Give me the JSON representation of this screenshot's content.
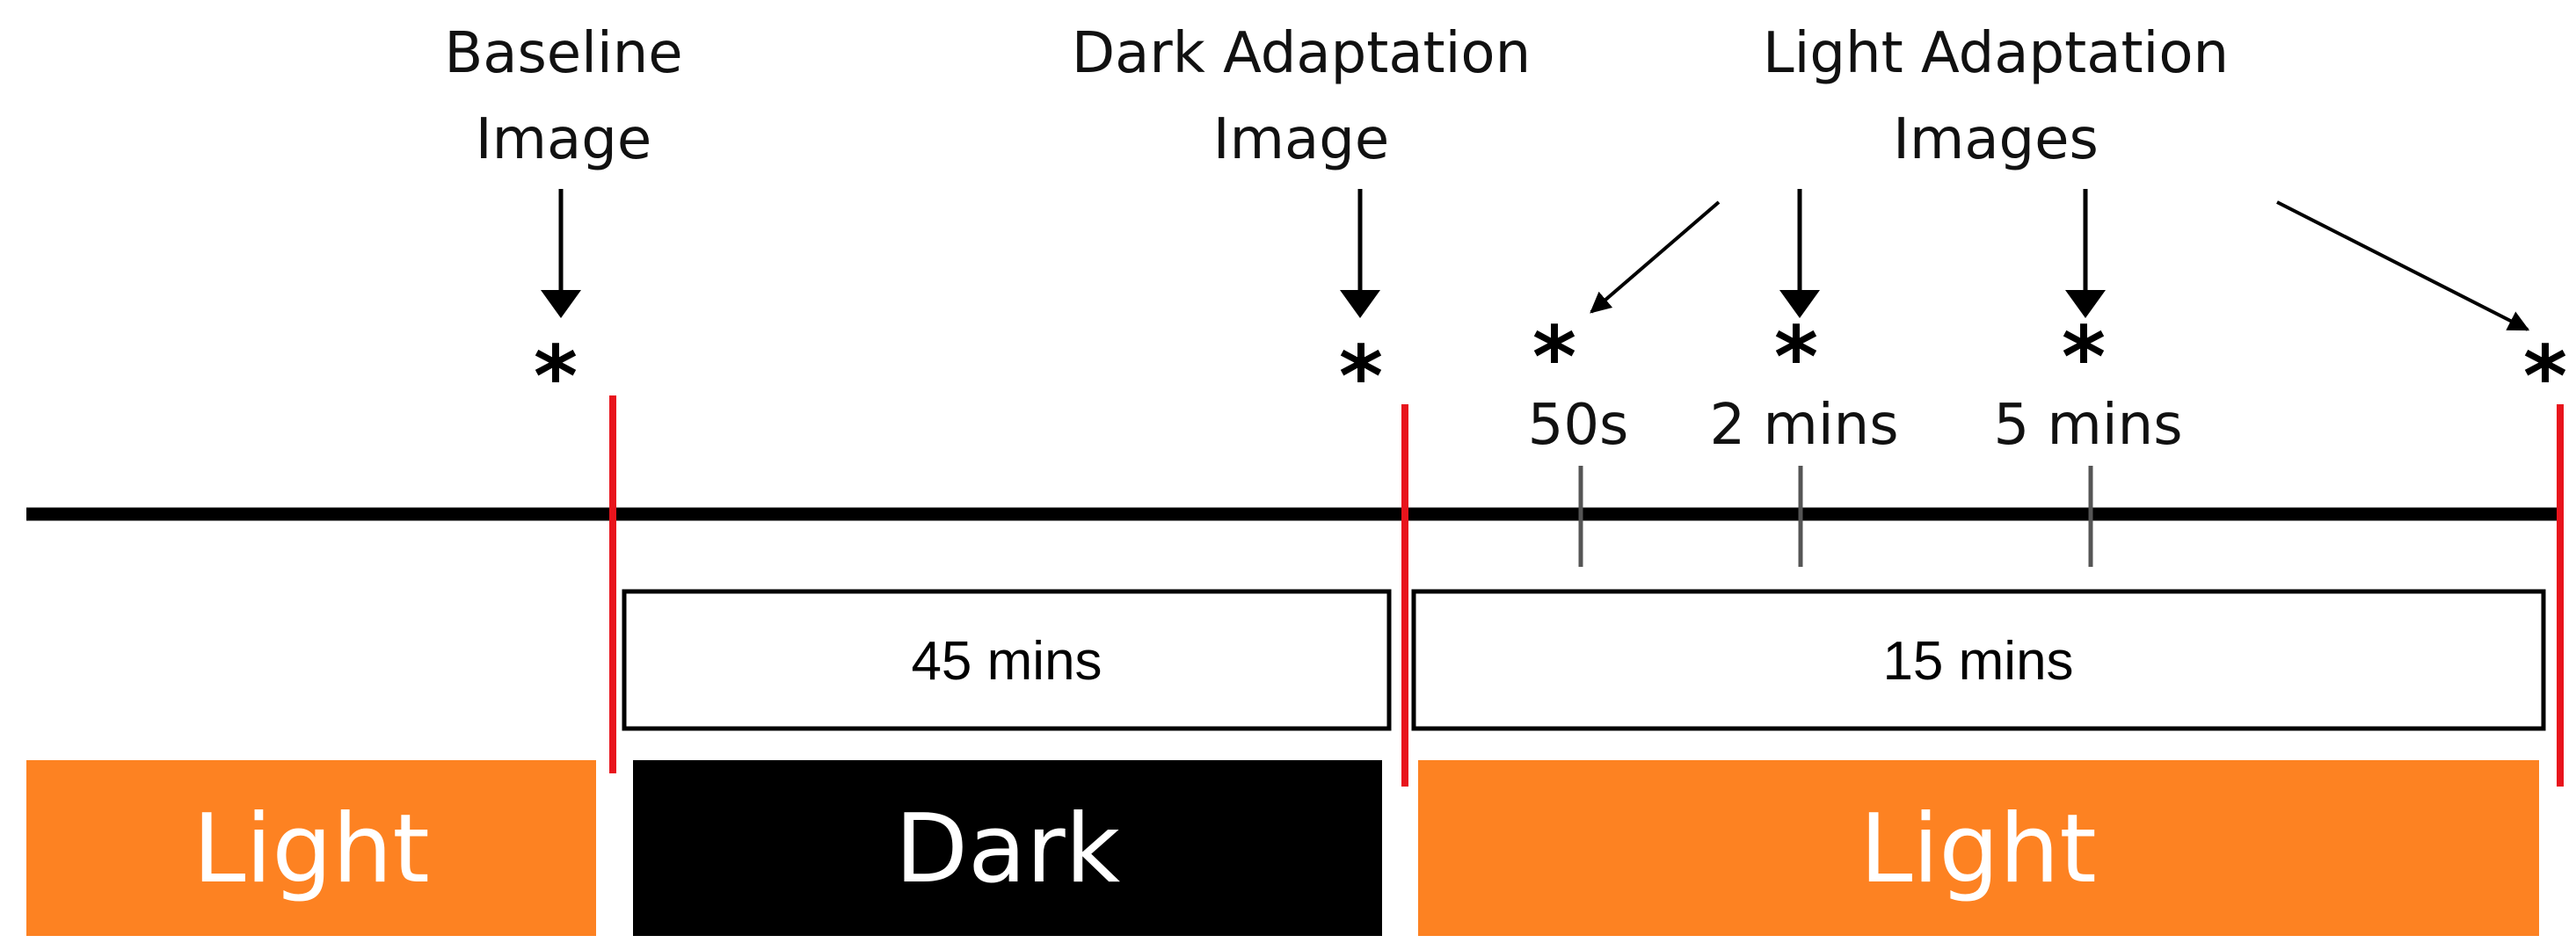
{
  "labels": {
    "baseline": [
      "Baseline",
      "Image"
    ],
    "dark_adaptation": [
      "Dark Adaptation",
      "Image"
    ],
    "light_adaptation": [
      "Light Adaptation",
      "Images"
    ]
  },
  "marker_symbol": "*",
  "time_points": [
    "50s",
    "2 mins",
    "5 mins"
  ],
  "durations": {
    "dark": "45 mins",
    "light": "15 mins"
  },
  "phases": {
    "light_before": "Light",
    "dark": "Dark",
    "light_after": "Light"
  },
  "colors": {
    "light_phase": "#fd8222",
    "dark_phase": "#000000",
    "boundary": "#e8141c",
    "timeline": "#000000"
  }
}
